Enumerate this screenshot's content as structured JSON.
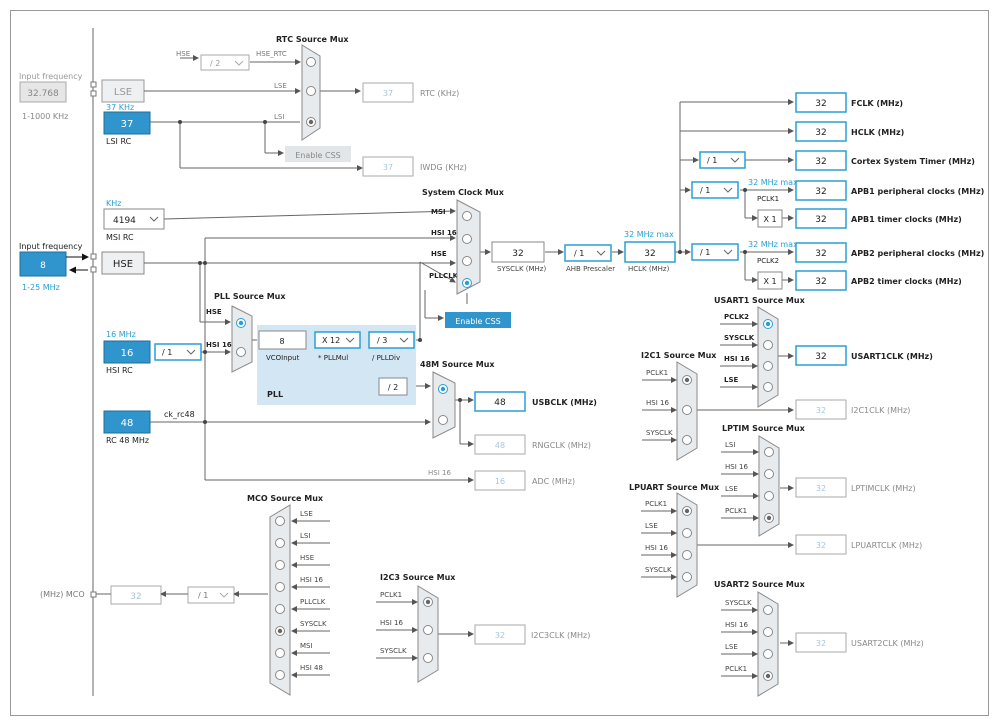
{
  "colors": {
    "accent": "#2a9fd6",
    "fill_blue": "#2f95cc",
    "line": "#555555",
    "disabled": "#a8c6dc",
    "pll_bg": "#d3e6f4",
    "mux_bg": "#e8ebee"
  },
  "inputs": {
    "lse_label": "LSE",
    "lse_freq": "32.768",
    "lse_range": "1-1000 KHz",
    "lse_input_label": "Input frequency",
    "lsi_unit": "37 KHz",
    "lsi_value": "37",
    "lsi_label": "LSI RC",
    "msi_unit": "KHz",
    "msi_value": "4194",
    "msi_label": "MSI RC",
    "hse_input_label": "Input frequency",
    "hse_value": "8",
    "hse_range": "1-25 MHz",
    "hse_label": "HSE",
    "hsi16_unit": "16 MHz",
    "hsi16_value": "16",
    "hsi16_label": "HSI RC",
    "hsi16_div": "/ 1",
    "rc48_value": "48",
    "rc48_label": "RC 48 MHz",
    "ck_rc48": "ck_rc48"
  },
  "rtc": {
    "title": "RTC Source Mux",
    "hse_in": "HSE",
    "hse_div": "/ 2",
    "hse_rtc": "HSE_RTC",
    "lse": "LSE",
    "lsi": "LSI",
    "rtc_value": "37",
    "rtc_label": "RTC (KHz)",
    "iwdg_value": "37",
    "iwdg_label": "IWDG (KHz)",
    "enable_css": "Enable CSS"
  },
  "sysclk": {
    "title": "System Clock Mux",
    "msi": "MSI",
    "hsi16": "HSI 16",
    "hse": "HSE",
    "pllclk": "PLLCLK",
    "value": "32",
    "label": "SYSCLK (MHz)",
    "ahb_div": "/ 1",
    "ahb_label": "AHB Prescaler",
    "max": "32 MHz max",
    "hclk_value": "32",
    "hclk_label": "HCLK (MHz)",
    "enable_css": "Enable CSS"
  },
  "pll": {
    "title": "PLL Source Mux",
    "hse": "HSE",
    "hsi16": "HSI 16",
    "vco_value": "8",
    "vco_label": "VCOInput",
    "mul": "X 12",
    "mul_label": "* PLLMul",
    "div": "/ 3",
    "div_label": "/ PLLDiv",
    "div2": "/ 2",
    "pll_label": "PLL"
  },
  "m48": {
    "title": "48M Source Mux",
    "usb_value": "48",
    "usb_label": "USBCLK (MHz)",
    "rng_value": "48",
    "rng_label": "RNGCLK (MHz)",
    "adc_in": "HSI 16",
    "adc_value": "16",
    "adc_label": "ADC (MHz)"
  },
  "outputs": {
    "fclk": "32",
    "fclk_label": "FCLK (MHz)",
    "hclk": "32",
    "hclk_label": "HCLK (MHz)",
    "cortex_div": "/ 1",
    "cortex": "32",
    "cortex_label": "Cortex System Timer (MHz)",
    "apb1_div": "/ 1",
    "apb1_max": "32 MHz max",
    "pclk1": "PCLK1",
    "apb1": "32",
    "apb1_label": "APB1 peripheral clocks (MHz)",
    "apb1_tmul": "X 1",
    "apb1_timer": "32",
    "apb1_timer_label": "APB1 timer clocks (MHz)",
    "apb2_div": "/ 1",
    "apb2_max": "32 MHz max",
    "pclk2": "PCLK2",
    "apb2": "32",
    "apb2_label": "APB2 peripheral clocks (MHz)",
    "apb2_tmul": "X 1",
    "apb2_timer": "32",
    "apb2_timer_label": "APB2 timer clocks (MHz)"
  },
  "usart1": {
    "title": "USART1 Source Mux",
    "in": [
      "PCLK2",
      "SYSCLK",
      "HSI 16",
      "LSE"
    ],
    "value": "32",
    "label": "USART1CLK (MHz)"
  },
  "i2c1": {
    "title": "I2C1 Source Mux",
    "in": [
      "PCLK1",
      "HSI 16",
      "SYSCLK"
    ],
    "value": "32",
    "label": "I2C1CLK (MHz)"
  },
  "lptim": {
    "title": "LPTIM Source Mux",
    "in": [
      "LSI",
      "HSI 16",
      "LSE",
      "PCLK1"
    ],
    "value": "32",
    "label": "LPTIMCLK (MHz)"
  },
  "lpuart": {
    "title": "LPUART Source Mux",
    "in": [
      "PCLK1",
      "LSE",
      "HSI 16",
      "SYSCLK"
    ],
    "value": "32",
    "label": "LPUARTCLK (MHz)"
  },
  "usart2": {
    "title": "USART2 Source Mux",
    "in": [
      "SYSCLK",
      "HSI 16",
      "LSE",
      "PCLK1"
    ],
    "value": "32",
    "label": "USART2CLK (MHz)"
  },
  "i2c3": {
    "title": "I2C3 Source Mux",
    "in": [
      "PCLK1",
      "HSI 16",
      "SYSCLK"
    ],
    "value": "32",
    "label": "I2C3CLK (MHz)"
  },
  "mco": {
    "title": "MCO Source Mux",
    "in": [
      "LSE",
      "LSI",
      "HSE",
      "HSI 16",
      "PLLCLK",
      "SYSCLK",
      "MSI",
      "HSI 48"
    ],
    "label": "(MHz) MCO",
    "value": "32",
    "div": "/ 1"
  }
}
